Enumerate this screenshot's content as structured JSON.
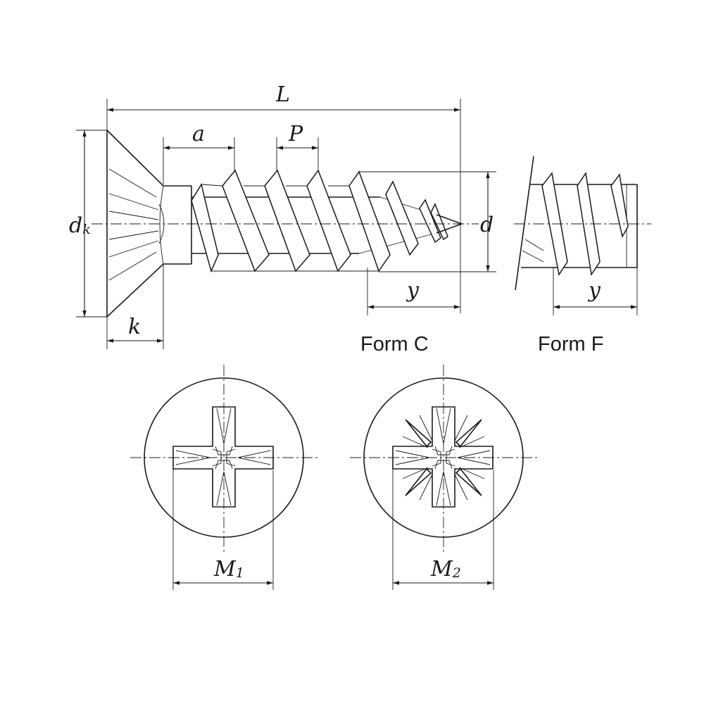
{
  "labels": {
    "L": "L",
    "a": "a",
    "P": "P",
    "d_main": "d",
    "d_sub": "k",
    "d": "d",
    "k": "k",
    "y_c": "y",
    "y_f": "y",
    "M1_main": "M",
    "M1_sub": "1",
    "M2_main": "M",
    "M2_sub": "2"
  },
  "forms": {
    "form_c": "Form C",
    "form_f": "Form F"
  },
  "icons": {
    "recess_1": "pozidriv-recess-icon",
    "recess_2": "pozidriv-recess-ribbed-icon"
  }
}
